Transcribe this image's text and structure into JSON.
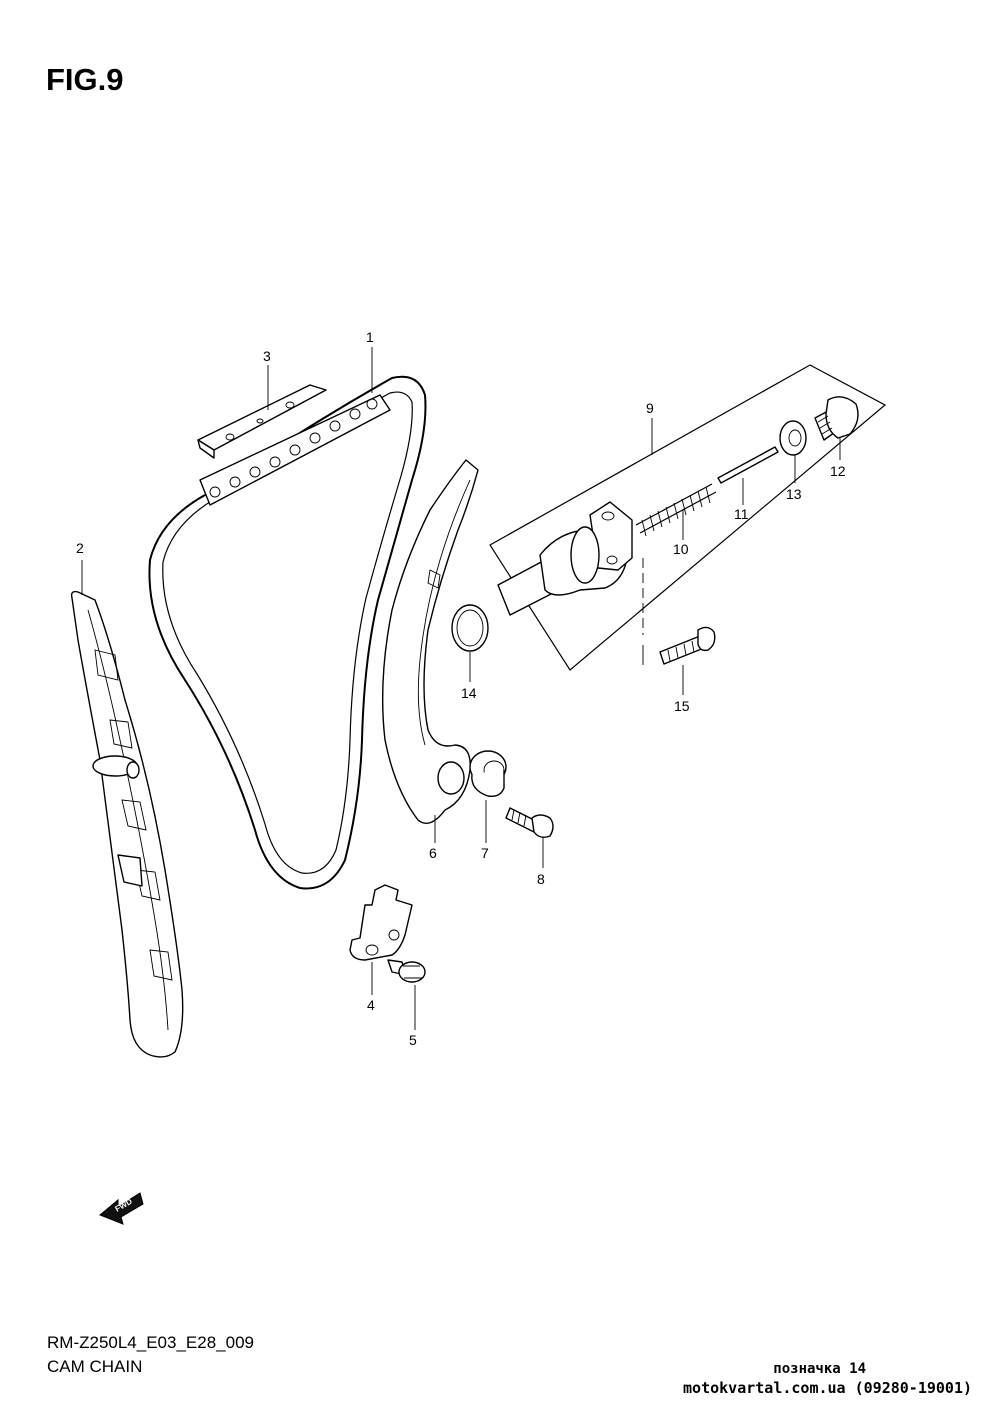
{
  "figure": {
    "title": "FIG.9",
    "model_code": "RM-Z250L4_E03_E28_009",
    "section_name": "CAM CHAIN"
  },
  "callouts": [
    "1",
    "2",
    "3",
    "4",
    "5",
    "6",
    "7",
    "8",
    "9",
    "10",
    "11",
    "12",
    "13",
    "14",
    "15"
  ],
  "fwd_arrow_label": "FWD",
  "footer": {
    "bookmark": "позначка 14",
    "site": "motokvartal.com.ua (09280-19001)"
  }
}
